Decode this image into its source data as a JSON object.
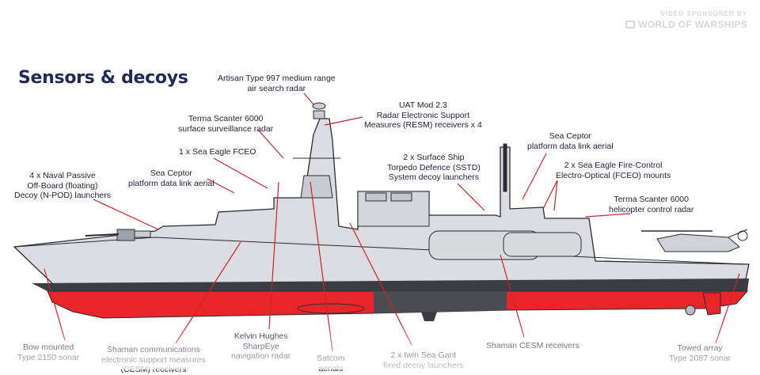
{
  "title": "Sensors & decoys",
  "sponsor": {
    "line1": "VIDEO SPONSORED BY",
    "line2": "WORLD OF WARSHIPS"
  },
  "labels": {
    "artisan": "Artisan Type 997 medium range\nair search radar",
    "uat": "UAT Mod 2.3\nRadar Electronic Support\nMeasures (RESM) receivers x 4",
    "scanter_surface": "Terma Scanter 6000\nsurface surveillance radar",
    "sea_eagle_fceo": "1 x Sea Eagle FCEO",
    "sea_ceptor_fwd": "Sea Ceptor\nplatform data link aerial",
    "npod": "4 x Naval Passive\nOff-Board (floating)\nDecoy (N-POD) launchers",
    "sstd": "2 x Surface Ship\nTorpedo Defence (SSTD)\nSystem decoy launchers",
    "sea_ceptor_aft": "Sea Ceptor\nplatform data link aerial",
    "sea_eagle_fc": "2 x Sea Eagle Fire-Control\nElectro-Optical (FCEO) mounts",
    "scanter_heli": "Terma Scanter 6000\nhelicopter control radar",
    "bow_sonar": "Bow mounted\nType 2150 sonar",
    "shaman_comms": "Shaman communications\nelectronic support measures\n(CESM) receivers",
    "kelvin": "Kelvin Hughes\nSharpEye\nnavigation radar",
    "satcom": "Satcom\naerials",
    "sea_gant": "2 x twin Sea Gant\nfixed decoy launchers",
    "shaman_cesm": "Shaman CESM receivers",
    "towed": "Towed array\nType 2087 sonar"
  },
  "colors": {
    "title": "#1f2a5a",
    "hull_red": "#e8262a",
    "hull_grey": "#d9dbe0",
    "hull_dark": "#3b3d42",
    "leader": "#c8242a"
  }
}
